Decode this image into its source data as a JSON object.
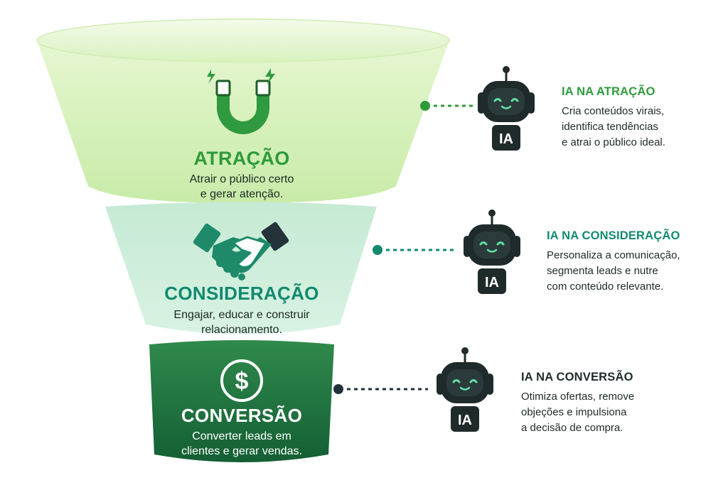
{
  "colors": {
    "attraction": "#2e9a3c",
    "consideration": "#11896e",
    "conversion": "#186b3c",
    "robot_dark": "#1f2a2b",
    "robot_eye": "#5fe0a8"
  },
  "stages": [
    {
      "key": "atracao",
      "title": "ATRAÇÃO",
      "desc_lines": [
        "Atrair o público certo",
        "e gerar atenção."
      ],
      "icon": "magnet-icon"
    },
    {
      "key": "consideracao",
      "title": "CONSIDERAÇÃO",
      "desc_lines": [
        "Engajar, educar e construir",
        "relacionamento."
      ],
      "icon": "handshake-icon"
    },
    {
      "key": "conversao",
      "title": "CONVERSÃO",
      "desc_lines": [
        "Converter leads em",
        "clientes e gerar vendas."
      ],
      "icon": "dollar-icon"
    }
  ],
  "ai": [
    {
      "title": "IA NA ATRAÇÃO",
      "desc_lines": [
        "Cria conteúdos virais,",
        "identifica tendências",
        "e atrai o público ideal."
      ],
      "badge": "IA"
    },
    {
      "title": "IA NA CONSIDERAÇÃO",
      "desc_lines": [
        "Personaliza a comunicação,",
        "segmenta leads e nutre",
        "com conteúdo relevante."
      ],
      "badge": "IA"
    },
    {
      "title": "IA NA CONVERSÃO",
      "desc_lines": [
        "Otimiza ofertas, remove",
        "objeções e impulsiona",
        "a decisão de compra."
      ],
      "badge": "IA"
    }
  ]
}
